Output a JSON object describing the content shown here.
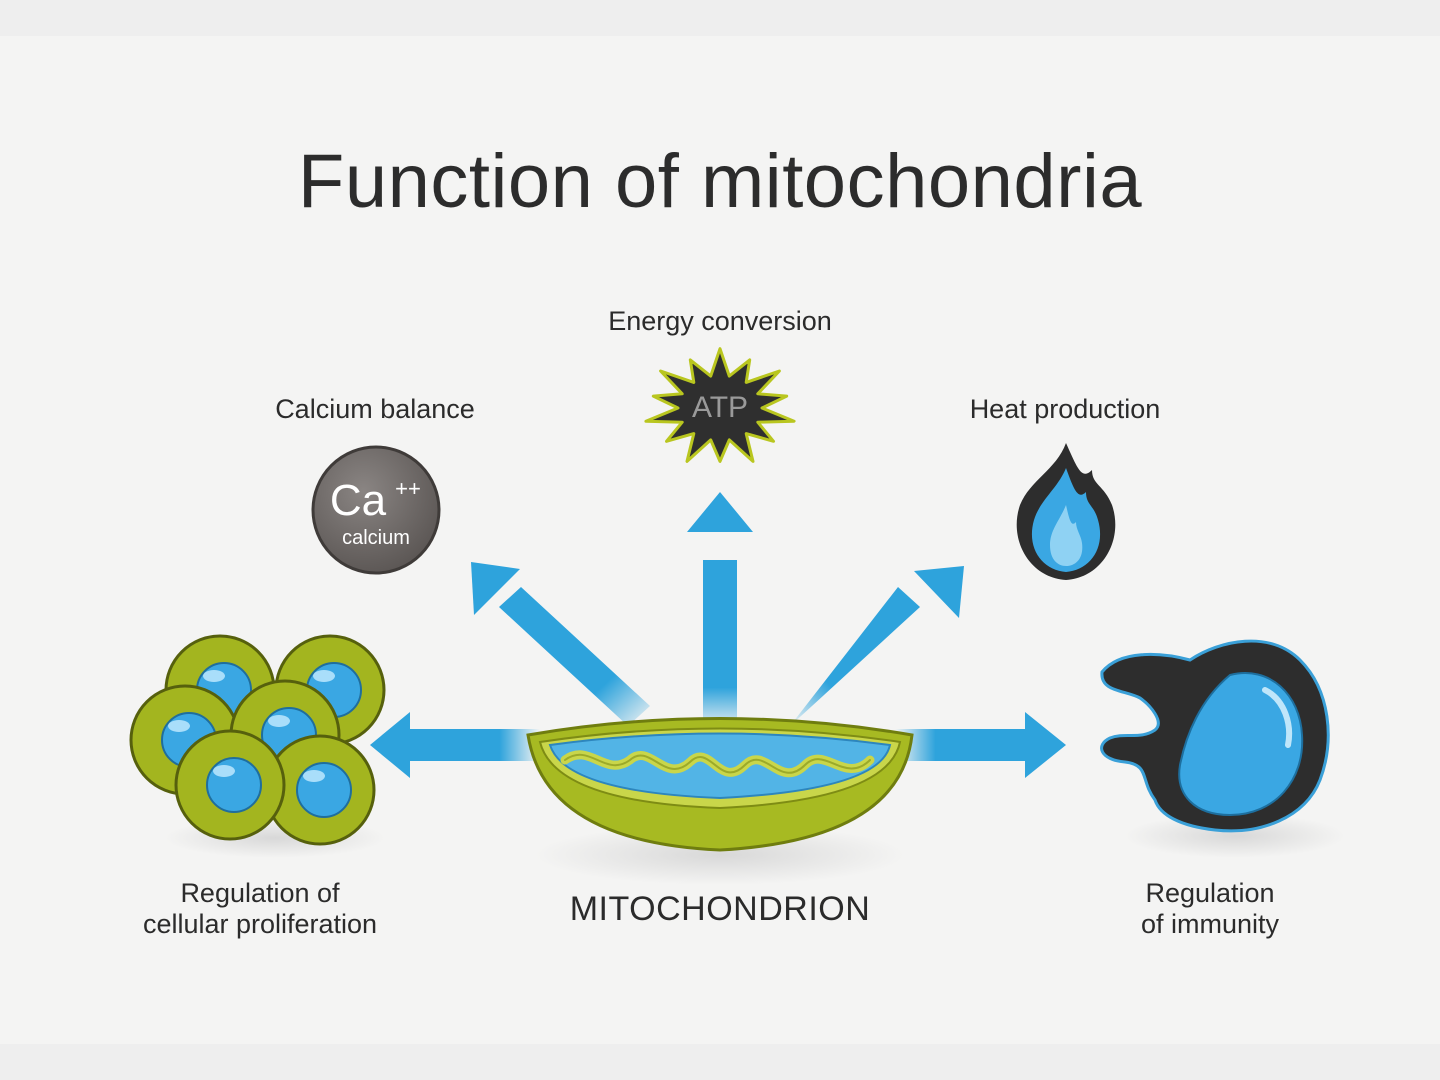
{
  "title": "Function of mitochondria",
  "center": {
    "label": "MITOCHONDRION"
  },
  "functions": {
    "energy": {
      "label": "Energy conversion",
      "badge": "ATP"
    },
    "calcium": {
      "label": "Calcium balance",
      "symbol": "Ca",
      "charge": "++",
      "caption": "calcium"
    },
    "heat": {
      "label": "Heat production"
    },
    "proliferation": {
      "label_line1": "Regulation of",
      "label_line2": "cellular proliferation"
    },
    "immunity": {
      "label_line1": "Regulation",
      "label_line2": "of immunity"
    }
  },
  "colors": {
    "arrow": "#2ea3dc",
    "membrane_outer": "#9bb01e",
    "matrix": "#48aee3",
    "dark": "#2d2d2d",
    "calcium_ball": "#6b6765"
  },
  "icons": [
    "atp-starburst-icon",
    "calcium-ion-icon",
    "flame-icon",
    "cell-cluster-icon",
    "macrophage-icon",
    "mitochondrion-icon"
  ]
}
